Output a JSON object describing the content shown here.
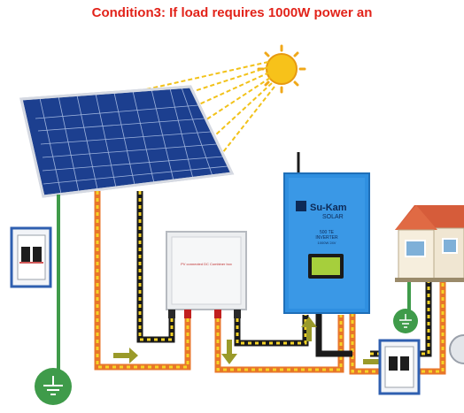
{
  "title": "Condition3: If load requires 1000W power an",
  "inverter": {
    "brand_line1": "Su-Kam",
    "brand_line2": "SOLAR",
    "model_line1": "500 TE",
    "model_line2": "INVERTER",
    "model_line3": "1000W 24V"
  },
  "junction_box": {
    "label": "PV connected DC Combiner box"
  },
  "colors": {
    "title": "#e2231a",
    "panel_blue": "#1f4ea3",
    "inverter_blue": "#2f8fe0",
    "wire_red_orange": "#e8762a",
    "wire_yellow": "#f5d327",
    "wire_black": "#1a1a1a",
    "ground_green": "#3f9b4a",
    "arrow_olive": "#9a9a2a",
    "sun": "#f7c21a"
  }
}
